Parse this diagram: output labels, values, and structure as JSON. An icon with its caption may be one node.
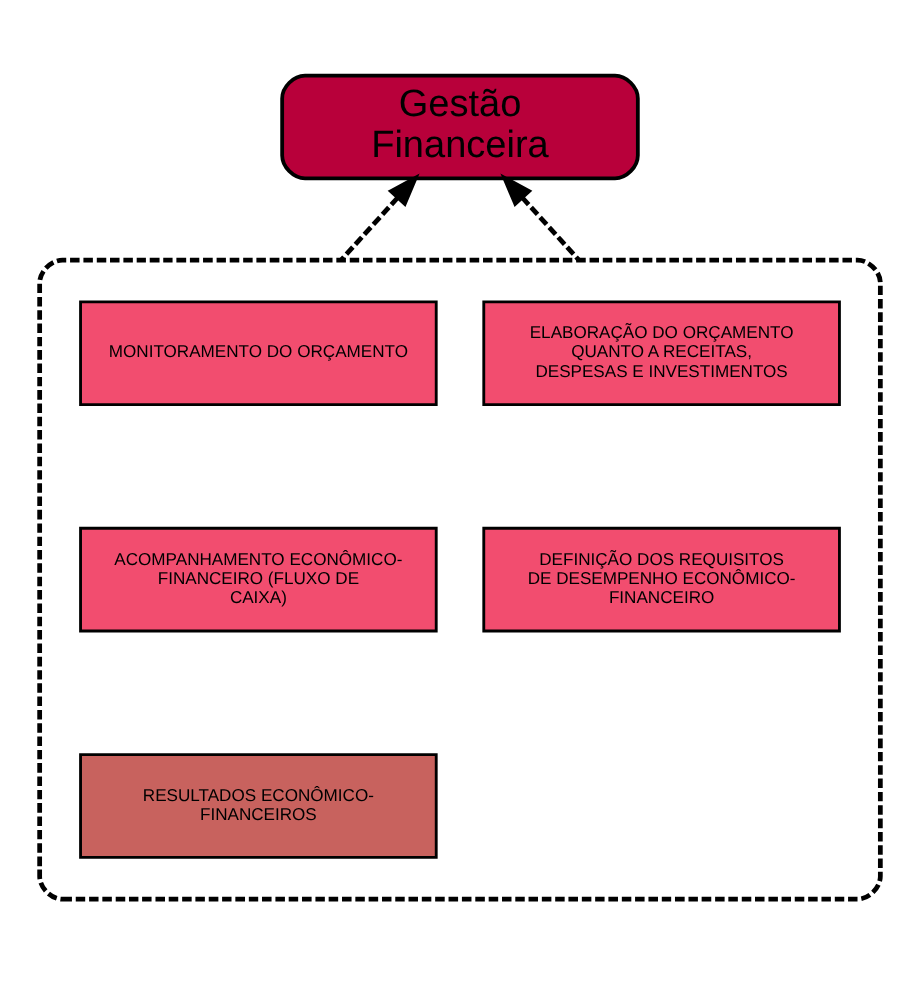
{
  "diagram": {
    "nodes": [
      {
        "text": [
          "Gestão Financeira"
        ]
      },
      {
        "text": [],
        "shape": "box"
      },
      {
        "text": [
          "MONITORAMENTO DO ORÇAMENTO"
        ],
        "in": 1
      },
      {
        "text": [
          "ELABORAÇÃO DO ORÇAMENTO QUANTO A RECEITAS, DESPESAS E INVESTIMENTOS"
        ],
        "in": 1
      },
      {
        "text": [
          "ACOMPANHAMENTO ECONÔMICO-FINANCEIRO (FLUXO DE CAIXA)"
        ],
        "in": 1
      },
      {
        "text": [
          "DEFINIÇÃO DOS REQUISITOS DE DESEMPENHO ECONÔMICO-FINANCEIRO"
        ],
        "in": 1
      },
      {
        "text": [
          "RESULTADOS ECONÔMICO-FINANCEIROS"
        ],
        "in": 1
      }
    ],
    "edges": [
      {
        "from": 1,
        "to": 0,
        "arrow": "to",
        "style": "dashed"
      },
      {
        "from": 1,
        "to": 0,
        "arrow": "to",
        "style": "dashed"
      }
    ]
  }
}
